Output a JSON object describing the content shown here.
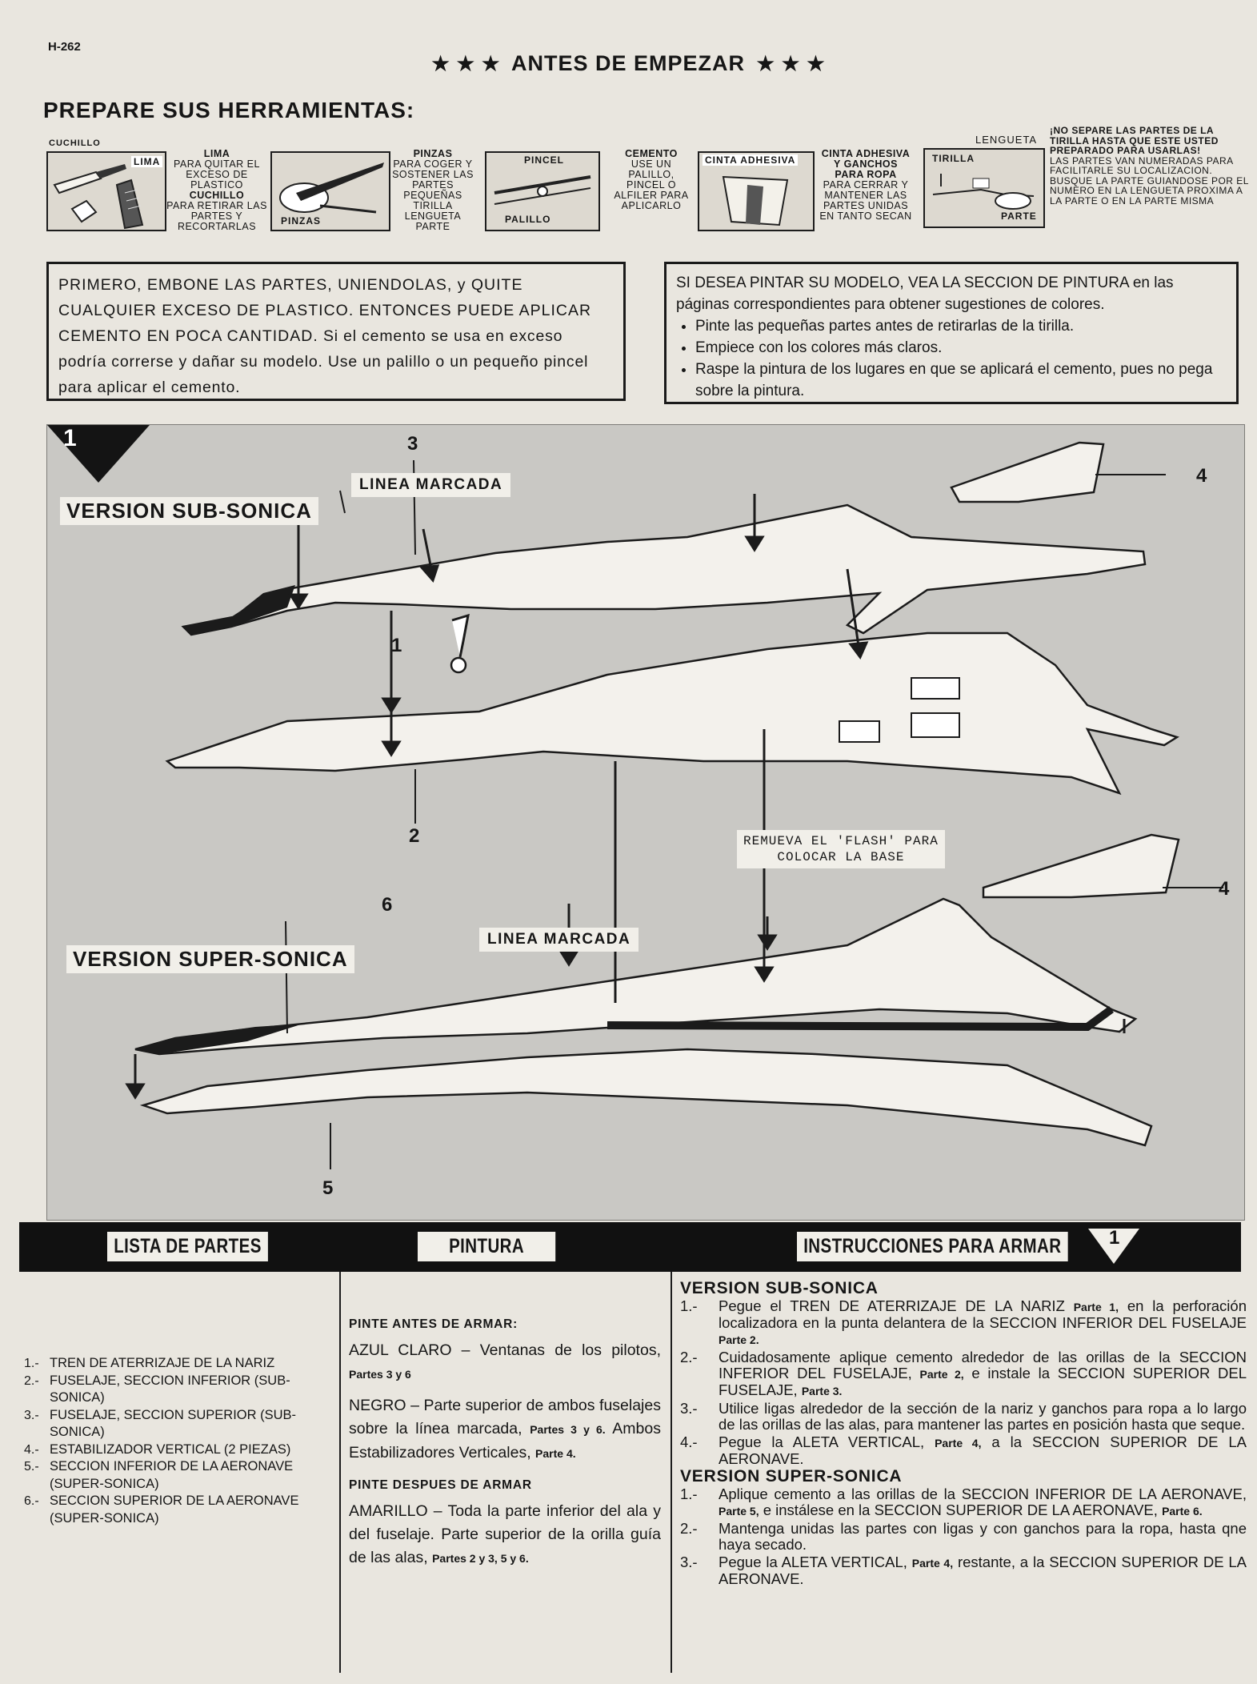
{
  "code": "H-262",
  "title": "ANTES DE EMPEZAR",
  "tools_heading": "PREPARE SUS HERRAMIENTAS:",
  "tools": [
    {
      "box_labels": [
        "CUCHILLO",
        "LIMA"
      ],
      "text_title": "LIMA",
      "text": "PARA QUITAR EL EXCESO DE PLASTICO",
      "text_title2": "CUCHILLO",
      "text2": "PARA RETIRAR LAS PARTES Y RECORTARLAS"
    },
    {
      "box_labels": [
        "PINZAS"
      ],
      "text_title": "PINZAS",
      "text": "PARA COGER Y SOSTENER LAS PARTES PEQUEÑAS TIRILLA LENGUETA PARTE"
    },
    {
      "box_labels": [
        "PINCEL",
        "PALILLO"
      ],
      "text_title": "CEMENTO",
      "text": "USE UN PALILLO, PINCEL O ALFILER PARA APLICARLO"
    },
    {
      "box_labels": [
        "CINTA ADHESIVA"
      ],
      "text_title": "CINTA ADHESIVA Y GANCHOS PARA ROPA",
      "text": "PARA CERRAR Y MANTENER LAS PARTES UNIDAS EN TANTO SECAN"
    },
    {
      "box_labels": [
        "LENGUETA",
        "TIRILLA",
        "PARTE"
      ]
    }
  ],
  "tools_note_bold": "¡NO SEPARE LAS PARTES DE LA TIRILLA HASTA QUE ESTE USTED PREPARADO PARA USARLAS!",
  "tools_note": "LAS PARTES VAN NUMERADAS PARA FACILITARLE SU LOCALIZACION. BUSQUE LA PARTE GUIANDOSE POR EL NUMERO EN LA LENGUETA PROXIMA A LA PARTE O EN LA PARTE MISMA",
  "box_left": {
    "caps": "PRIMERO, EMBONE LAS PARTES, UNIENDOLAS, y QUITE CUALQUIER EXCESO DE PLASTICO. ENTONCES PUEDE APLICAR CEMENTO EN POCA CANTIDAD.",
    "rest": "Si el cemento se usa en exceso podría correrse y dañar su modelo. Use un palillo o un pequeño pincel para aplicar el cemento."
  },
  "box_right": {
    "intro": "SI DESEA PINTAR SU MODELO, VEA LA SECCION DE PINTURA en las páginas correspondientes para obtener sugestiones de colores.",
    "bullets": [
      "Pinte las pequeñas partes antes de retirarlas de la tirilla.",
      "Empiece con los colores más claros.",
      "Raspe la pintura de los lugares en que se aplicará el cemento, pues no pega sobre la pintura."
    ]
  },
  "diagram": {
    "step": "1",
    "version_sub": "VERSION SUB-SONICA",
    "version_super": "VERSION SUPER-SONICA",
    "linea_marcada_1": "LINEA MARCADA",
    "linea_marcada_2": "LINEA MARCADA",
    "flash_line1": "REMUEVA EL 'FLASH' PARA",
    "flash_line2": "COLOCAR LA BASE",
    "callouts": [
      "1",
      "2",
      "3",
      "4",
      "4",
      "5",
      "6"
    ]
  },
  "bar": {
    "lista": "LISTA DE PARTES",
    "pintura": "PINTURA",
    "instrucciones": "INSTRUCCIONES PARA ARMAR",
    "step": "1"
  },
  "parts_list": [
    {
      "n": "1.-",
      "t": "TREN DE ATERRIZAJE DE LA NARIZ"
    },
    {
      "n": "2.-",
      "t": "FUSELAJE, SECCION INFERIOR (SUB-SONICA)"
    },
    {
      "n": "3.-",
      "t": "FUSELAJE, SECCION SUPERIOR (SUB-SONICA)"
    },
    {
      "n": "4.-",
      "t": "ESTABILIZADOR VERTICAL (2 PIEZAS)"
    },
    {
      "n": "5.-",
      "t": "SECCION INFERIOR DE LA AERONAVE (SUPER-SONICA)"
    },
    {
      "n": "6.-",
      "t": "SECCION SUPERIOR DE LA AERONAVE (SUPER-SONICA)"
    }
  ],
  "paint": {
    "before_heading": "PINTE ANTES DE ARMAR:",
    "item1_text": "AZUL CLARO – Ventanas de los pilotos,",
    "item1_parts": "Partes 3 y 6",
    "item2_text": "NEGRO – Parte superior de ambos fuselajes sobre la línea marcada,",
    "item2_parts": "Partes 3 y 6.",
    "item2_text2": "Ambos Estabilizadores Verticales,",
    "item2_parts2": "Parte 4.",
    "after_heading": "PINTE DESPUES DE ARMAR",
    "item3_text": "AMARILLO – Toda la parte inferior del ala y del fuselaje. Parte superior de la orilla guía de las alas,",
    "item3_parts": "Partes 2 y 3, 5 y 6."
  },
  "instructions": {
    "sub_heading": "VERSION SUB-SONICA",
    "sub_steps": [
      {
        "n": "1.-",
        "a": "Pegue el TREN DE ATERRIZAJE DE LA NARIZ",
        "p": "Parte 1,",
        "b": "en la perforación localizadora en la punta delantera de la SECCION INFERIOR DEL FUSELAJE",
        "p2": "Parte 2."
      },
      {
        "n": "2.-",
        "a": "Cuidadosamente aplique cemento alrededor de las orillas de la SECCION INFERIOR DEL FUSELAJE,",
        "p": "Parte 2,",
        "b": "e instale la SECCION SUPERIOR DEL FUSELAJE,",
        "p2": "Parte 3."
      },
      {
        "n": "3.-",
        "a": "Utilice ligas alrededor de la sección de la nariz y ganchos para ropa a lo largo de las orillas de las alas, para mantener las partes en posición hasta que seque.",
        "p": "",
        "b": "",
        "p2": ""
      },
      {
        "n": "4.-",
        "a": "Pegue la ALETA VERTICAL,",
        "p": "Parte 4,",
        "b": "a la SECCION SUPERIOR DE LA AERONAVE.",
        "p2": ""
      }
    ],
    "super_heading": "VERSION SUPER-SONICA",
    "super_steps": [
      {
        "n": "1.-",
        "a": "Aplique cemento a las orillas de la SECCION INFERIOR DE LA AERONAVE,",
        "p": "Parte 5,",
        "b": "e instálese en la SECCION SUPERIOR DE LA AERONAVE,",
        "p2": "Parte 6."
      },
      {
        "n": "2.-",
        "a": "Mantenga unidas las partes con ligas y con ganchos para la ropa, hasta qne haya secado.",
        "p": "",
        "b": "",
        "p2": ""
      },
      {
        "n": "3.-",
        "a": "Pegue la ALETA VERTICAL,",
        "p": "Parte 4,",
        "b": "restante, a la SECCION SUPERIOR DE LA AERONAVE.",
        "p2": ""
      }
    ]
  }
}
